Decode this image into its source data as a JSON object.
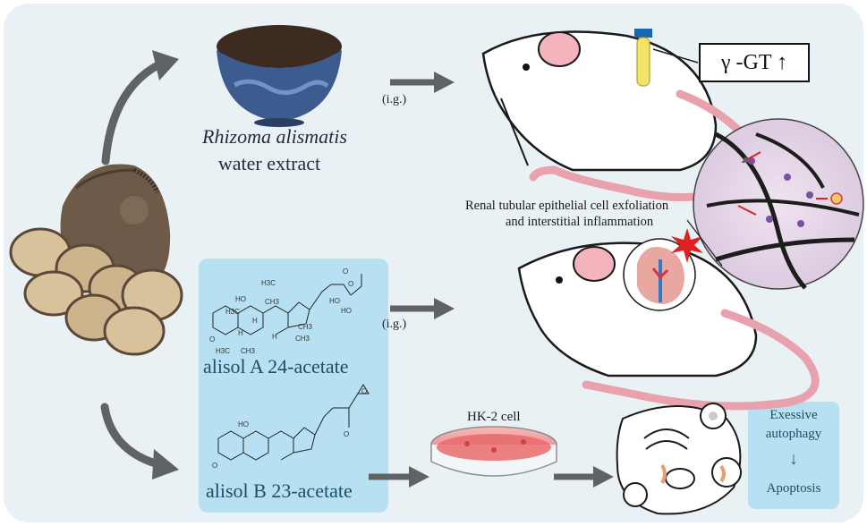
{
  "figure": {
    "extract": {
      "title": "Rhizoma alismatis",
      "subtitle": "water extract"
    },
    "route_label_top": "(i.g.)",
    "route_label_mid": "(i.g.)",
    "marker": {
      "text": "γ -GT ↑"
    },
    "renal_finding": {
      "line1": "Renal tubular epithelial cell exfoliation",
      "line2": "and interstitial inflammation"
    },
    "compounds": {
      "alisol_a": "alisol A 24-acetate",
      "alisol_b": "alisol B 23-acetate",
      "structure_labels_a": [
        "H3C",
        "HO",
        "CH3",
        "H3C",
        "O",
        "O",
        "HO",
        "HO",
        "H",
        "CH3",
        "O",
        "H",
        "H",
        "CH3",
        "H3C",
        "CH3"
      ],
      "structure_labels_b": [
        "HO",
        "O",
        "O",
        "O"
      ]
    },
    "cell_line": "HK-2 cell",
    "outcome": {
      "line1": "Exessive",
      "line2": "autophagy",
      "arrow": "↓",
      "line3": "Apoptosis"
    },
    "colors": {
      "panel_bg": "#eaf1f5",
      "highlight_box": "#b7e1f3",
      "arrow": "#5f6366",
      "tail": "#e9a1ad",
      "rhizome": "#c9b088",
      "bowl": "#3c5c8f"
    }
  }
}
